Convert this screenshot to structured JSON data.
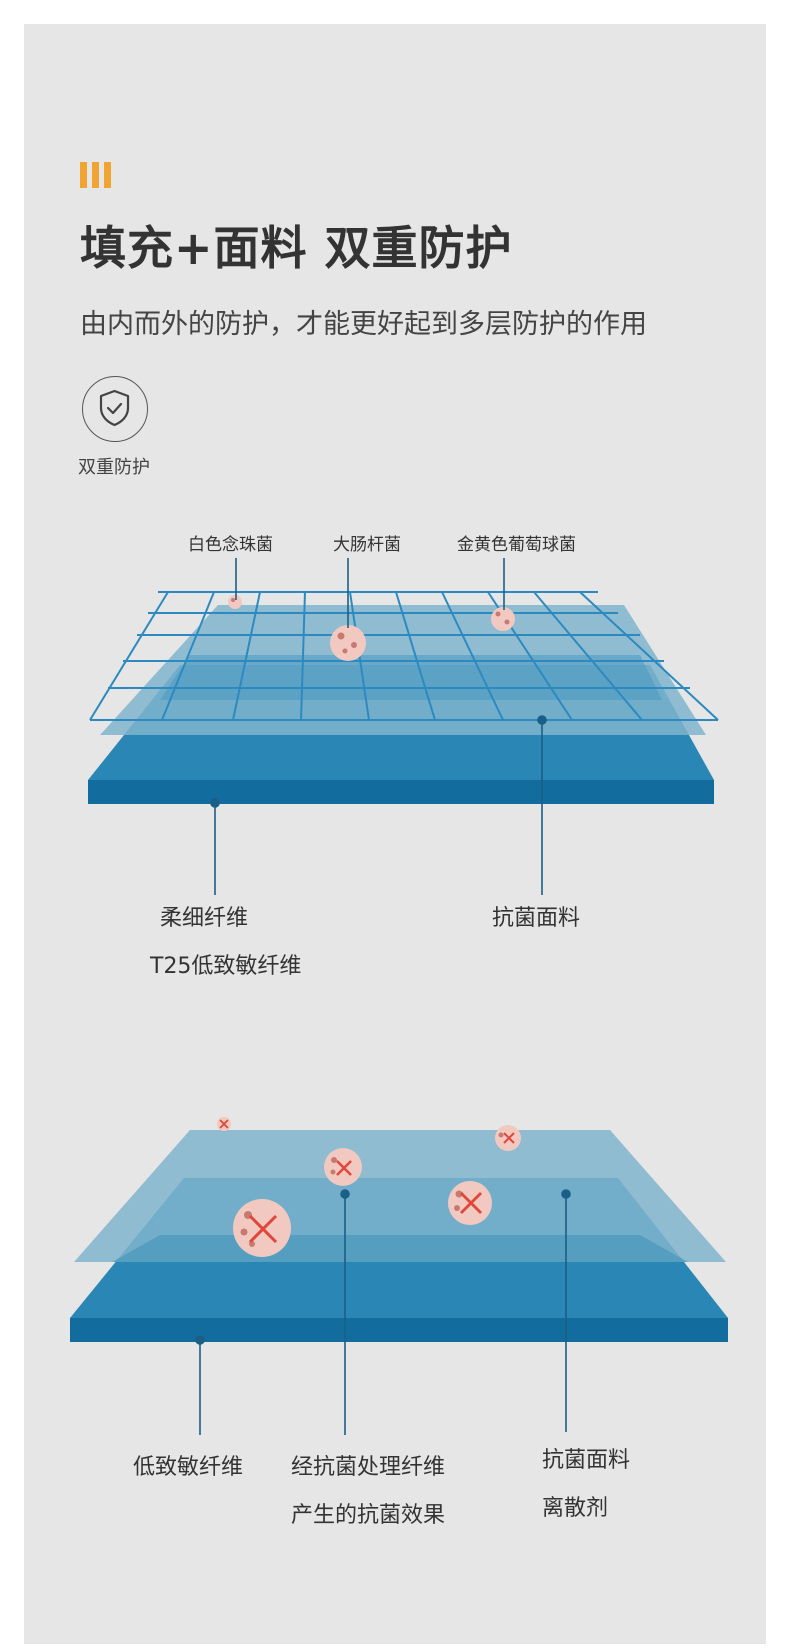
{
  "header": {
    "title": "填充+面料 双重防护",
    "subtitle": "由内而外的防护，才能更好起到多层防护的作用"
  },
  "badge": {
    "icon": "shield-check-icon",
    "label": "双重防护"
  },
  "diagram1": {
    "bacteria_labels": [
      "白色念珠菌",
      "大肠杆菌",
      "金黄色葡萄球菌"
    ],
    "layer_labels": {
      "left_line1": "柔细纤维",
      "left_line2": "T25低致敏纤维",
      "right": "抗菌面料"
    }
  },
  "diagram2": {
    "labels": {
      "left": "低致敏纤维",
      "middle_line1": "经抗菌处理纤维",
      "middle_line2": "产生的抗菌效果",
      "right_line1": "抗菌面料",
      "right_line2": "离散剂"
    }
  },
  "colors": {
    "accent": "#f0a431",
    "layer_dark": "#1a77a8",
    "layer_mid": "#3a8fb7",
    "layer_light": "#86bad2",
    "grid": "#2d8ac0",
    "bacteria": "#f2c9c1",
    "cross": "#e0463a"
  }
}
